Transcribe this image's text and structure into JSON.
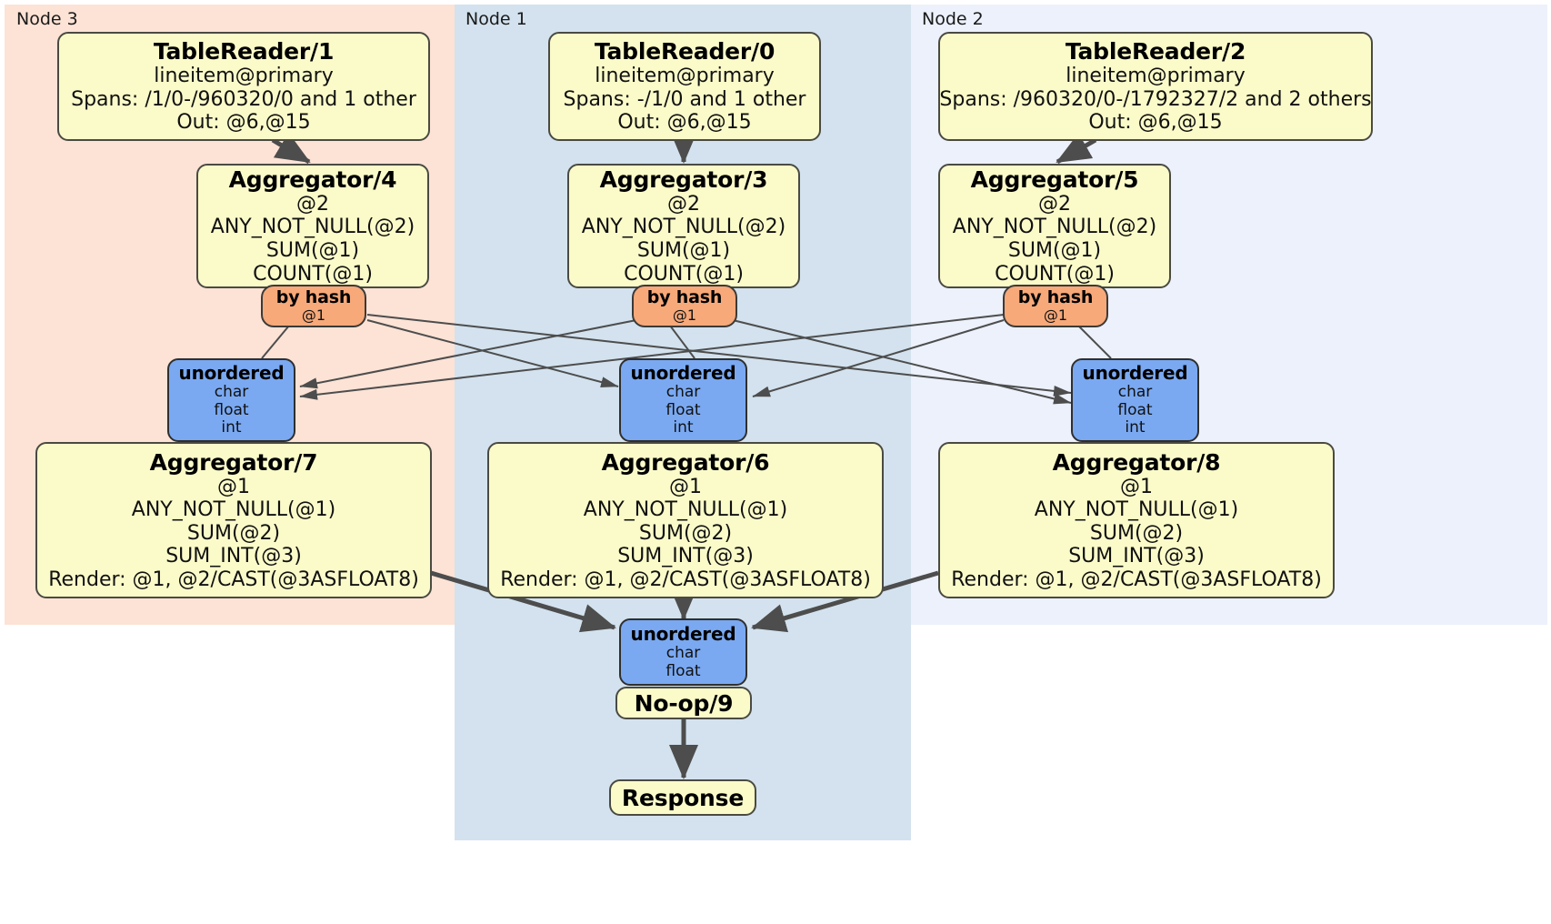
{
  "diagram": {
    "title": "Distributed SQL physical query plan",
    "colors": {
      "node3_bg": "#fce3d6",
      "node1_bg": "#d3e2ee",
      "node2_bg": "#ecf1fb",
      "processor_bg": "#fbfbca",
      "router_bg": "#f7a97a",
      "sync_bg": "#7aa9f2",
      "edge": "#4d4d4d",
      "edge_thick": "#4d4d4d"
    }
  },
  "regions": [
    {
      "id": "node3",
      "label": "Node 3"
    },
    {
      "id": "node1",
      "label": "Node 1"
    },
    {
      "id": "node2",
      "label": "Node 2"
    }
  ],
  "nodes": {
    "tablereader_1": {
      "title": "TableReader/1",
      "lines": [
        "lineitem@primary",
        "Spans: /1/0-/960320/0 and 1 other",
        "Out: @6,@15"
      ]
    },
    "tablereader_0": {
      "title": "TableReader/0",
      "lines": [
        "lineitem@primary",
        "Spans: -/1/0 and 1 other",
        "Out: @6,@15"
      ]
    },
    "tablereader_2": {
      "title": "TableReader/2",
      "lines": [
        "lineitem@primary",
        "Spans: /960320/0-/1792327/2 and 2 others",
        "Out: @6,@15"
      ]
    },
    "aggregator_4": {
      "title": "Aggregator/4",
      "lines": [
        "@2",
        "ANY_NOT_NULL(@2)",
        "SUM(@1)",
        "COUNT(@1)"
      ]
    },
    "aggregator_3": {
      "title": "Aggregator/3",
      "lines": [
        "@2",
        "ANY_NOT_NULL(@2)",
        "SUM(@1)",
        "COUNT(@1)"
      ]
    },
    "aggregator_5": {
      "title": "Aggregator/5",
      "lines": [
        "@2",
        "ANY_NOT_NULL(@2)",
        "SUM(@1)",
        "COUNT(@1)"
      ]
    },
    "byhash_left": {
      "title": "by hash",
      "lines": [
        "@1"
      ]
    },
    "byhash_center": {
      "title": "by hash",
      "lines": [
        "@1"
      ]
    },
    "byhash_right": {
      "title": "by hash",
      "lines": [
        "@1"
      ]
    },
    "unordered_left": {
      "title": "unordered",
      "lines": [
        "char",
        "float",
        "int"
      ]
    },
    "unordered_center": {
      "title": "unordered",
      "lines": [
        "char",
        "float",
        "int"
      ]
    },
    "unordered_right": {
      "title": "unordered",
      "lines": [
        "char",
        "float",
        "int"
      ]
    },
    "aggregator_7": {
      "title": "Aggregator/7",
      "lines": [
        "@1",
        "ANY_NOT_NULL(@1)",
        "SUM(@2)",
        "SUM_INT(@3)",
        "Render: @1, @2/CAST(@3ASFLOAT8)"
      ]
    },
    "aggregator_6": {
      "title": "Aggregator/6",
      "lines": [
        "@1",
        "ANY_NOT_NULL(@1)",
        "SUM(@2)",
        "SUM_INT(@3)",
        "Render: @1, @2/CAST(@3ASFLOAT8)"
      ]
    },
    "aggregator_8": {
      "title": "Aggregator/8",
      "lines": [
        "@1",
        "ANY_NOT_NULL(@1)",
        "SUM(@2)",
        "SUM_INT(@3)",
        "Render: @1, @2/CAST(@3ASFLOAT8)"
      ]
    },
    "unordered_final": {
      "title": "unordered",
      "lines": [
        "char",
        "float"
      ]
    },
    "noop_9": {
      "title": "No-op/9",
      "lines": []
    },
    "response": {
      "title": "Response",
      "lines": []
    }
  }
}
